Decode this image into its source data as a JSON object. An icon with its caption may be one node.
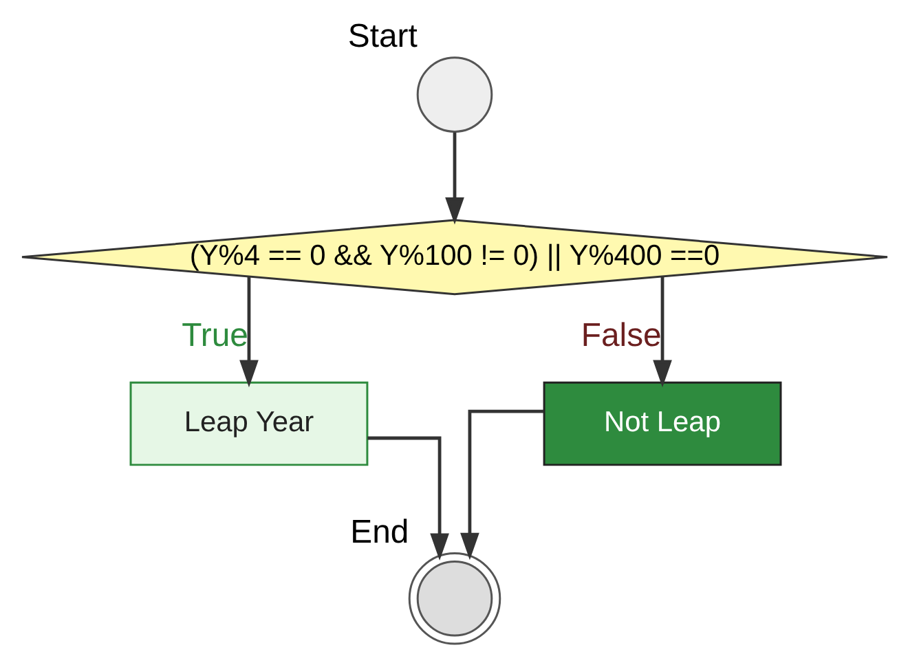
{
  "diagram": {
    "nodes": [
      {
        "text": [],
        "shape": "circle",
        "beside": [
          "Start"
        ]
      },
      {
        "text": [
          "(Y%4 == 0 && Y%100 != 0) || Y%400 ==0"
        ]
      },
      {
        "text": [
          "Leap Year"
        ]
      },
      {
        "text": [
          "Not Leap"
        ]
      },
      {
        "text": [],
        "shape": "circle",
        "beside": [
          "End"
        ]
      }
    ],
    "edges": [
      {
        "from": 0,
        "to": 1,
        "arrow": "to"
      },
      {
        "from": 1,
        "to": 2,
        "arrow": "to",
        "label": "True"
      },
      {
        "from": 1,
        "to": 3,
        "arrow": "to",
        "label": "False"
      },
      {
        "from": 2,
        "to": 4,
        "arrow": "to"
      },
      {
        "from": 3,
        "to": 4,
        "arrow": "to"
      }
    ]
  }
}
